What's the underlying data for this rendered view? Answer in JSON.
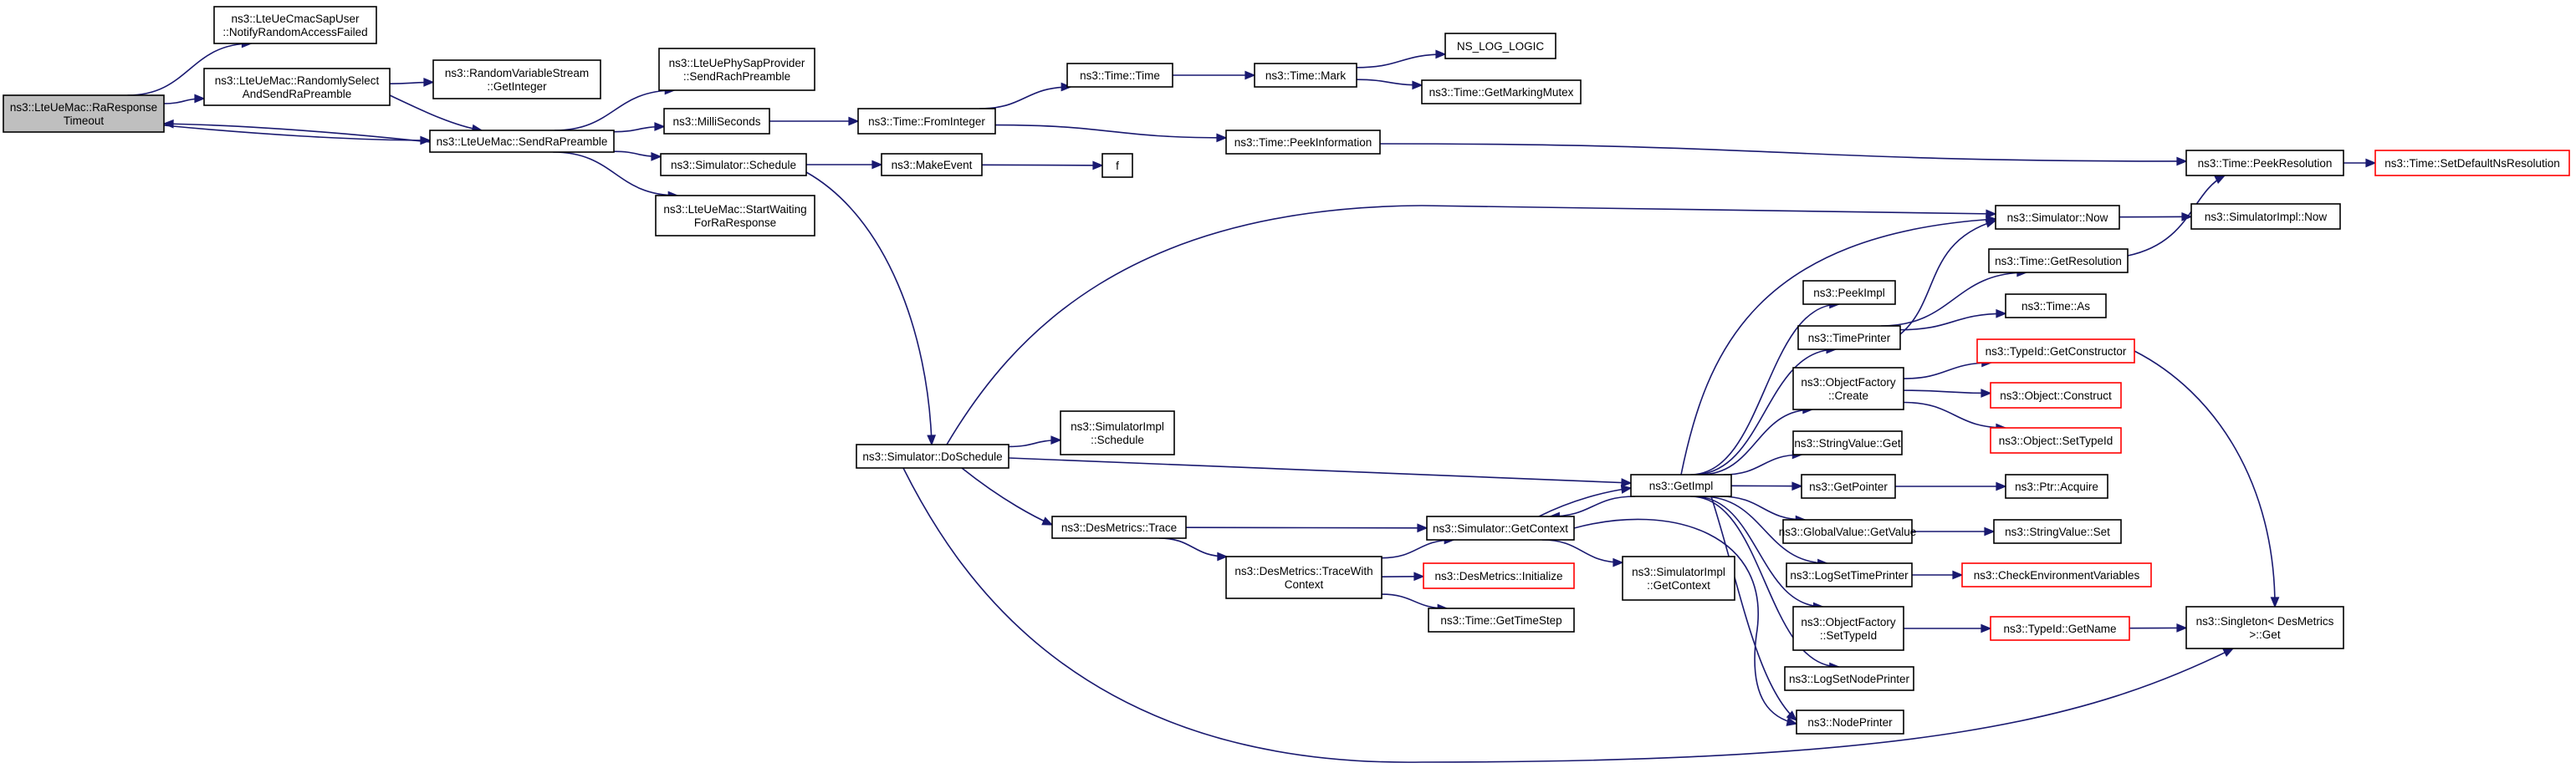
{
  "diagram": {
    "type": "call-graph",
    "colors": {
      "edge": "#191970",
      "root_fill": "#bfbfbf",
      "normal_border": "#000000",
      "truncated_border": "#ff0000"
    },
    "nodes": [
      {
        "id": "root",
        "lines": [
          "ns3::LteUeMac::RaResponse",
          "Timeout"
        ],
        "style": "root"
      },
      {
        "id": "notify",
        "lines": [
          "ns3::LteUeCmacSapUser",
          "::NotifyRandomAccessFailed"
        ],
        "style": "normal"
      },
      {
        "id": "randsel",
        "lines": [
          "ns3::LteUeMac::RandomlySelect",
          "AndSendRaPreamble"
        ],
        "style": "normal"
      },
      {
        "id": "rvs",
        "lines": [
          "ns3::RandomVariableStream",
          "::GetInteger"
        ],
        "style": "normal"
      },
      {
        "id": "sendra",
        "lines": [
          "ns3::LteUeMac::SendRaPreamble"
        ],
        "style": "normal"
      },
      {
        "id": "physap",
        "lines": [
          "ns3::LteUePhySapProvider",
          "::SendRachPreamble"
        ],
        "style": "normal"
      },
      {
        "id": "ms",
        "lines": [
          "ns3::MilliSeconds"
        ],
        "style": "normal"
      },
      {
        "id": "sched",
        "lines": [
          "ns3::Simulator::Schedule"
        ],
        "style": "normal"
      },
      {
        "id": "startwait",
        "lines": [
          "ns3::LteUeMac::StartWaiting",
          "ForRaResponse"
        ],
        "style": "normal"
      },
      {
        "id": "fromint",
        "lines": [
          "ns3::Time::FromInteger"
        ],
        "style": "normal"
      },
      {
        "id": "timetime",
        "lines": [
          "ns3::Time::Time"
        ],
        "style": "normal"
      },
      {
        "id": "mark",
        "lines": [
          "ns3::Time::Mark"
        ],
        "style": "normal"
      },
      {
        "id": "nslog",
        "lines": [
          "NS_LOG_LOGIC"
        ],
        "style": "normal"
      },
      {
        "id": "mutex",
        "lines": [
          "ns3::Time::GetMarkingMutex"
        ],
        "style": "normal"
      },
      {
        "id": "peekinfo",
        "lines": [
          "ns3::Time::PeekInformation"
        ],
        "style": "normal"
      },
      {
        "id": "peekres",
        "lines": [
          "ns3::Time::PeekResolution"
        ],
        "style": "normal"
      },
      {
        "id": "setdef",
        "lines": [
          "ns3::Time::SetDefaultNsResolution"
        ],
        "style": "red"
      },
      {
        "id": "makeevent",
        "lines": [
          "ns3::MakeEvent"
        ],
        "style": "normal"
      },
      {
        "id": "f",
        "lines": [
          "f"
        ],
        "style": "normal"
      },
      {
        "id": "simnow",
        "lines": [
          "ns3::Simulator::Now"
        ],
        "style": "normal"
      },
      {
        "id": "implnow",
        "lines": [
          "ns3::SimulatorImpl::Now"
        ],
        "style": "normal"
      },
      {
        "id": "getres",
        "lines": [
          "ns3::Time::GetResolution"
        ],
        "style": "normal"
      },
      {
        "id": "peekimpl",
        "lines": [
          "ns3::PeekImpl"
        ],
        "style": "normal"
      },
      {
        "id": "timeprinter",
        "lines": [
          "ns3::TimePrinter"
        ],
        "style": "normal"
      },
      {
        "id": "timeas",
        "lines": [
          "ns3::Time::As"
        ],
        "style": "normal"
      },
      {
        "id": "getctor",
        "lines": [
          "ns3::TypeId::GetConstructor"
        ],
        "style": "red"
      },
      {
        "id": "ofcreate",
        "lines": [
          "ns3::ObjectFactory",
          "::Create"
        ],
        "style": "normal"
      },
      {
        "id": "objconstruct",
        "lines": [
          "ns3::Object::Construct"
        ],
        "style": "red"
      },
      {
        "id": "objsettid",
        "lines": [
          "ns3::Object::SetTypeId"
        ],
        "style": "red"
      },
      {
        "id": "doschedule",
        "lines": [
          "ns3::Simulator::DoSchedule"
        ],
        "style": "normal"
      },
      {
        "id": "implsched",
        "lines": [
          "ns3::SimulatorImpl",
          "::Schedule"
        ],
        "style": "normal"
      },
      {
        "id": "getimpl",
        "lines": [
          "ns3::GetImpl"
        ],
        "style": "normal"
      },
      {
        "id": "strget",
        "lines": [
          "ns3::StringValue::Get"
        ],
        "style": "normal"
      },
      {
        "id": "getptr",
        "lines": [
          "ns3::GetPointer"
        ],
        "style": "normal"
      },
      {
        "id": "acquire",
        "lines": [
          "ns3::Ptr::Acquire"
        ],
        "style": "normal"
      },
      {
        "id": "dmtrace",
        "lines": [
          "ns3::DesMetrics::Trace"
        ],
        "style": "normal"
      },
      {
        "id": "getctx",
        "lines": [
          "ns3::Simulator::GetContext"
        ],
        "style": "normal"
      },
      {
        "id": "gvget",
        "lines": [
          "ns3::GlobalValue::GetValue"
        ],
        "style": "normal"
      },
      {
        "id": "strset",
        "lines": [
          "ns3::StringValue::Set"
        ],
        "style": "normal"
      },
      {
        "id": "tracewith",
        "lines": [
          "ns3::DesMetrics::TraceWith",
          "Context"
        ],
        "style": "normal"
      },
      {
        "id": "dminit",
        "lines": [
          "ns3::DesMetrics::Initialize"
        ],
        "style": "red"
      },
      {
        "id": "implctx",
        "lines": [
          "ns3::SimulatorImpl",
          "::GetContext"
        ],
        "style": "normal"
      },
      {
        "id": "logsettp",
        "lines": [
          "ns3::LogSetTimePrinter"
        ],
        "style": "normal"
      },
      {
        "id": "checkenv",
        "lines": [
          "ns3::CheckEnvironmentVariables"
        ],
        "style": "red"
      },
      {
        "id": "timestep",
        "lines": [
          "ns3::Time::GetTimeStep"
        ],
        "style": "normal"
      },
      {
        "id": "ofsettid",
        "lines": [
          "ns3::ObjectFactory",
          "::SetTypeId"
        ],
        "style": "normal"
      },
      {
        "id": "tidname",
        "lines": [
          "ns3::TypeId::GetName"
        ],
        "style": "red"
      },
      {
        "id": "singleton",
        "lines": [
          "ns3::Singleton< DesMetrics",
          " >::Get"
        ],
        "style": "normal"
      },
      {
        "id": "logsetnp",
        "lines": [
          "ns3::LogSetNodePrinter"
        ],
        "style": "normal"
      },
      {
        "id": "nodeprinter",
        "lines": [
          "ns3::NodePrinter"
        ],
        "style": "normal"
      }
    ],
    "edges": [
      [
        "root",
        "notify"
      ],
      [
        "root",
        "randsel"
      ],
      [
        "root",
        "sendra"
      ],
      [
        "randsel",
        "rvs"
      ],
      [
        "randsel",
        "sendra"
      ],
      [
        "sendra",
        "root"
      ],
      [
        "sendra",
        "physap"
      ],
      [
        "sendra",
        "ms"
      ],
      [
        "sendra",
        "sched"
      ],
      [
        "sendra",
        "startwait"
      ],
      [
        "ms",
        "fromint"
      ],
      [
        "fromint",
        "timetime"
      ],
      [
        "fromint",
        "peekinfo"
      ],
      [
        "timetime",
        "mark"
      ],
      [
        "mark",
        "nslog"
      ],
      [
        "mark",
        "mutex"
      ],
      [
        "peekinfo",
        "peekres"
      ],
      [
        "peekres",
        "setdef"
      ],
      [
        "sched",
        "makeevent"
      ],
      [
        "makeevent",
        "f"
      ],
      [
        "sched",
        "doschedule"
      ],
      [
        "doschedule",
        "implsched"
      ],
      [
        "doschedule",
        "simnow"
      ],
      [
        "doschedule",
        "getimpl"
      ],
      [
        "doschedule",
        "dmtrace"
      ],
      [
        "doschedule",
        "singleton"
      ],
      [
        "simnow",
        "implnow"
      ],
      [
        "getres",
        "peekres"
      ],
      [
        "timeprinter",
        "simnow"
      ],
      [
        "timeprinter",
        "getres"
      ],
      [
        "timeprinter",
        "timeas"
      ],
      [
        "ofcreate",
        "getctor"
      ],
      [
        "ofcreate",
        "objconstruct"
      ],
      [
        "ofcreate",
        "objsettid"
      ],
      [
        "getctor",
        "singleton"
      ],
      [
        "getimpl",
        "simnow"
      ],
      [
        "getimpl",
        "peekimpl"
      ],
      [
        "getimpl",
        "timeprinter"
      ],
      [
        "getimpl",
        "ofcreate"
      ],
      [
        "getimpl",
        "strget"
      ],
      [
        "getimpl",
        "getptr"
      ],
      [
        "getimpl",
        "gvget"
      ],
      [
        "getimpl",
        "logsettp"
      ],
      [
        "getimpl",
        "ofsettid"
      ],
      [
        "getimpl",
        "logsetnp"
      ],
      [
        "getimpl",
        "nodeprinter"
      ],
      [
        "getimpl",
        "getctx"
      ],
      [
        "getptr",
        "acquire"
      ],
      [
        "gvget",
        "strset"
      ],
      [
        "logsettp",
        "checkenv"
      ],
      [
        "ofsettid",
        "tidname"
      ],
      [
        "tidname",
        "singleton"
      ],
      [
        "dmtrace",
        "getctx"
      ],
      [
        "dmtrace",
        "tracewith"
      ],
      [
        "getctx",
        "getimpl"
      ],
      [
        "getctx",
        "implctx"
      ],
      [
        "getctx",
        "nodeprinter"
      ],
      [
        "tracewith",
        "getctx"
      ],
      [
        "tracewith",
        "dminit"
      ],
      [
        "tracewith",
        "timestep"
      ]
    ]
  }
}
